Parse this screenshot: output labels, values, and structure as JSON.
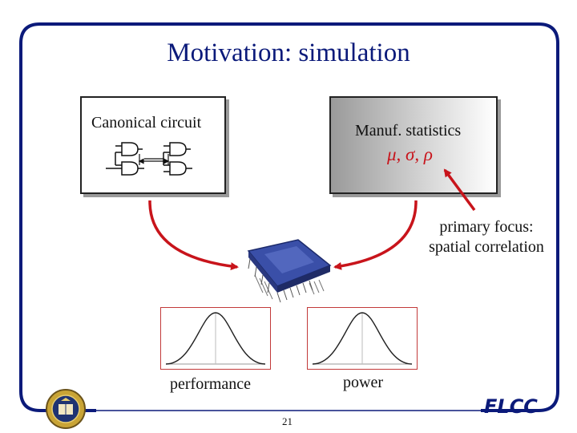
{
  "slide": {
    "title": "Motivation: simulation",
    "page_number": "21",
    "brand": "FLCC"
  },
  "canonical_box": {
    "label": "Canonical circuit"
  },
  "statistics_box": {
    "label": "Manuf. statistics",
    "parameters": "μ, σ, ρ"
  },
  "annotation": {
    "line1": "primary focus:",
    "line2": "spatial correlation"
  },
  "plots": [
    {
      "caption": "performance"
    },
    {
      "caption": "power"
    }
  ],
  "colors": {
    "frame": "#0b1a7a",
    "title": "#0b1a7a",
    "arrow": "#c8141b",
    "greek": "#c8141b",
    "plot_border": "#c23a3a",
    "chip": "#3a4fa8"
  },
  "icons": [
    "chip-image",
    "university-seal-icon",
    "logic-gates-diagram",
    "gaussian-curve"
  ]
}
